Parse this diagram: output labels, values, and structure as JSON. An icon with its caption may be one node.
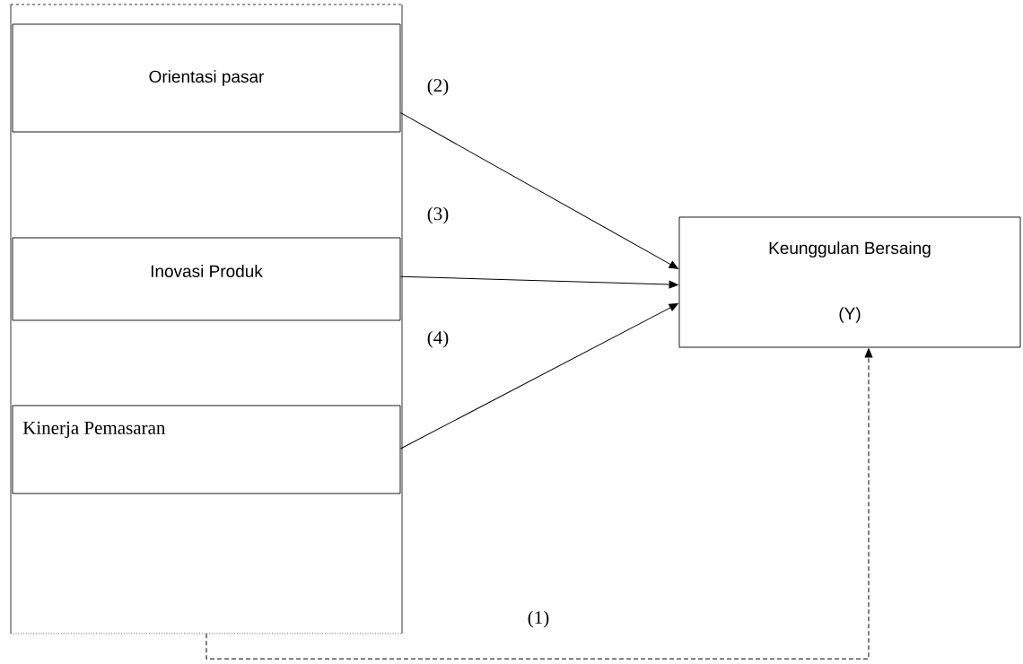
{
  "diagram": {
    "nodes": [
      {
        "text": [],
        "shape": "box"
      },
      {
        "text": [
          "Orientasi pasar"
        ],
        "in": 0
      },
      {
        "text": [
          "Inovasi Produk"
        ],
        "in": 0
      },
      {
        "text": [
          "Kinerja Pemasaran"
        ],
        "in": 0
      },
      {
        "text": [
          "Keunggulan Bersaing",
          "(Y)"
        ]
      }
    ],
    "edges": [
      {
        "from": 1,
        "to": 4,
        "arrow": "to",
        "label": "(2)"
      },
      {
        "from": 2,
        "to": 4,
        "arrow": "to",
        "label": "(3)"
      },
      {
        "from": 3,
        "to": 4,
        "arrow": "to",
        "label": "(4)"
      },
      {
        "from": 0,
        "to": 4,
        "arrow": "to",
        "label": "(1)",
        "style": "dashed"
      }
    ]
  }
}
